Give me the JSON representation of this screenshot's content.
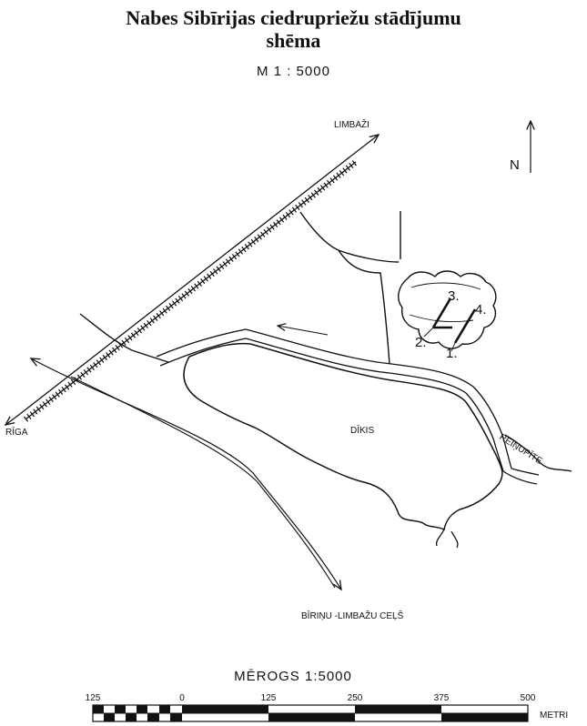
{
  "title_line1": "Nabes Sibīrijas ciedrupriežu stādījumu",
  "title_line2": "shēma",
  "scale_top": "M 1 : 5000",
  "north_label": "N",
  "places": {
    "limbazi": "LIMBAŽI",
    "riga": "RĪGA",
    "dikis": "DĪKIS",
    "reinupite": "REIŅUPĪTE",
    "road": "BĪRIŅU -LIMBAŽU CEĻŠ"
  },
  "plots": [
    "1.",
    "2.",
    "3.",
    "4."
  ],
  "scale_bar": {
    "title": "MĒROGS  1:5000",
    "ticks": [
      "125",
      "0",
      "125",
      "250",
      "375",
      "500"
    ],
    "unit": "METRI"
  }
}
